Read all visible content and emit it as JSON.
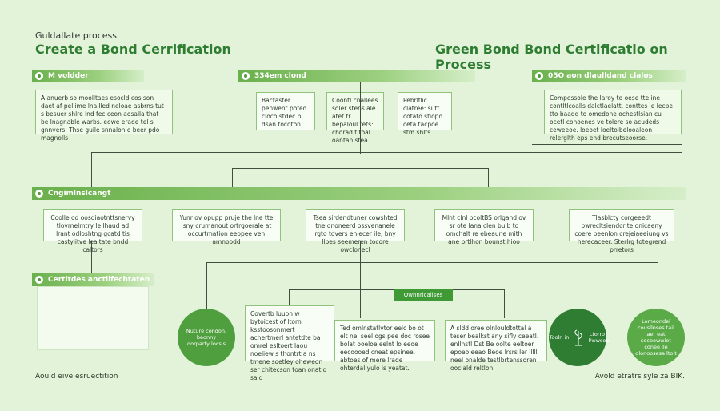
{
  "header": {
    "kicker": "Guldallate process",
    "title_left": "Create a Bond Cerrification",
    "title_right": "Green Bond Bond  Certificatio on Process"
  },
  "stage1": {
    "bar_left": "M voldder",
    "bar_mid": "334em clond",
    "bar_right": "05O aon dlaulldand clalos",
    "box_left": "A anuerb so moolltaes esocld cos son daet af pellime lnailled noloae asbrns tut s besuer shlre lnd fec ceon aosalla that be lnagnable warbs. eowe erade tel s gnnvers. Thse guile snnalon o beer pdo magnolls",
    "box_mid1": "Bactaster penwent pofeo cloco stdec bl dsan  tocoton",
    "box_mid2": "Coontl cnallees soler stens ale atet tr bepaloul tets: chorad t toal oantan stea",
    "box_mid3": "Pebrlflic clatree: sutt cotato stiopo ceta tacpoe stm shlts",
    "box_right": "Compossole the laroy to oese tte ine contltlcoalls dalctlaelatt, conttes le lecbe tto baadd to omedone ochestlsian cu ocetl conoenes ve tolere so acudeds ceweeoe. loeoet loeltolbelooaleon relerglth eps end brecutseoorse."
  },
  "stage2": {
    "bar": "Cngimlnslcangt",
    "box1": "Coolle od oosdiaotnttsnervy tlovrnelmtry  le lhaud ad lrant odloshtng gcatd tis castylitve lealtate bndd caltors",
    "box2": "Yunr ov opupp pruje the lne tte lsny crumanout ortrgoerale at occurtmation eeopee ven amnoodd",
    "box3": "Tsea sirdendtuner cowshted tne ononeerd ossvenanele rgto tovers enlecer ile, bny llbes seemeren tocore owclonecl",
    "box4": "Mlnt clnl bcoltBS orlgand ov sr ote lana clen bulb to omchalt re ebeaune mith ane brtlhon bounst hioo",
    "box5": "Tlasblcty corgeeedt bwrecltsiendcr te onicaeny coere beenlon crejeiaeeiung vs herecaceer. Sterlrg totegrend prretors"
  },
  "stage3": {
    "bar": "Certitdes anctilfechtaten",
    "sub_label": "Ownnricallses",
    "circle1": "Nuture condon, beonny dorparty locsis",
    "box_a": "Covertb luuon w bytoicest of ltorn ksstoosonmert achertmerl antetdte ba omrel esltoert laou noeliew s thontrt a ns tmene soetley oheweon ser chitecson toan onatlo sald",
    "box_b": "Ted omlnstatlvtor eelc bo ot elt nel seel ogs pee doc rosee bolat ooeloe eelnt lo eeoe eecoooed cneat epsinee, abtoes of mere lrade ohterdal yulo is yeatat.",
    "box_c": "A sldd oree olnlouldtottal a teser bealkst any sifly ceeatl. enllnstl Dst Be oolte eeltoer epoeo eeao Beoe lrsrs ler lllll neel onalde testlbrtenssoren ooclald reltlon",
    "circle2_left": "Tooln in",
    "circle2_right": "Ltorro l/wwsoo",
    "circle3": "Lomeondel cousllnses tail aer eat soceowwiet conee lle dlonoosesa ltolt"
  },
  "footer": {
    "left": "Aould eive esruectition",
    "right": "Avold etratrs syle za BIK."
  },
  "colors": {
    "background": "#e3f3d9",
    "accent_green": "#2e7d32",
    "bar_green": "#6ab04c",
    "circle_green": "#4f9f3f",
    "dark_circle": "#2e7d32"
  },
  "icons": [
    "location-pin-icon",
    "leaf-icon",
    "plant-sprout-icon"
  ]
}
